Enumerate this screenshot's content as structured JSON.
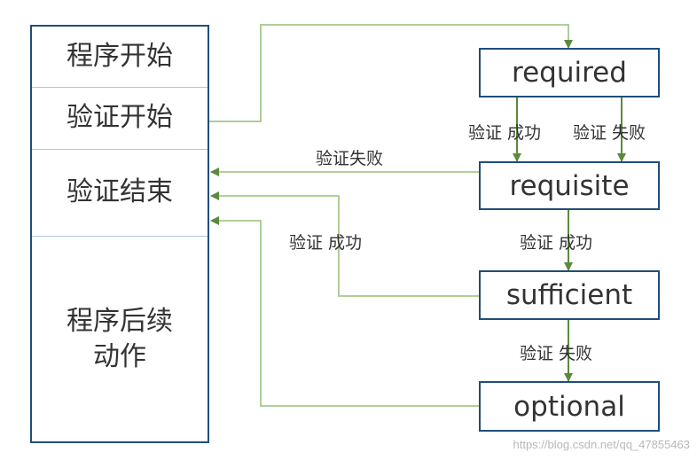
{
  "left_column": {
    "start": "程序开始",
    "auth_start": "验证开始",
    "auth_end": "验证结束",
    "post_action": "程序后续动作"
  },
  "controls": {
    "required": "required",
    "requisite": "requisite",
    "sufficient": "sufficient",
    "optional": "optional"
  },
  "labels": {
    "required_success": "验证 成功",
    "required_fail": "验证 失败",
    "requisite_fail": "验证失败",
    "requisite_success": "验证 成功",
    "sufficient_success": "验证 成功",
    "sufficient_fail": "验证 失败"
  },
  "watermark": "https://blog.csdn.net/qq_47855463",
  "colors": {
    "box_border": "#1f4e79",
    "separator": "#a9c6e3",
    "arrow": "#5b8a3a"
  }
}
